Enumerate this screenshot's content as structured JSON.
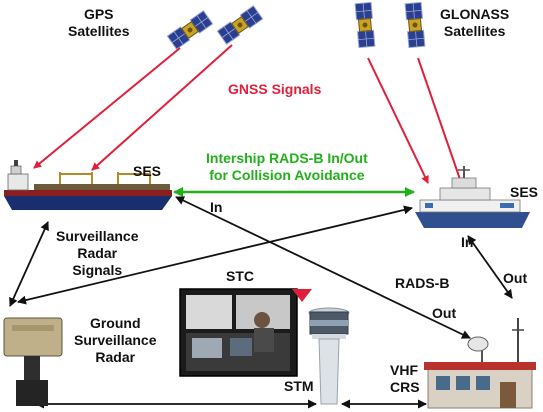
{
  "labels": {
    "gps_satellites": [
      "GPS",
      "Satellites"
    ],
    "glonass_satellites": [
      "GLONASS",
      "Satellites"
    ],
    "gnss_signals": "GNSS Signals",
    "intership": [
      "Intership RADS-B In/Out",
      "for Collision Avoidance"
    ],
    "ses_left": "SES",
    "ses_right": "SES",
    "in_left": "In",
    "in_right": "In",
    "surveillance_radar_signals": [
      "Surveillance",
      "Radar",
      "Signals"
    ],
    "stc": "STC",
    "rads_b": "RADS-B",
    "out_right": "Out",
    "out_lower": "Out",
    "ground_radar": [
      "Ground",
      "Surveillance",
      "Radar"
    ],
    "stm": "STM",
    "vhf_crs": [
      "VHF",
      "CRS"
    ]
  },
  "colors": {
    "gnss_arrow": "#e0203a",
    "intership_arrow": "#22b01a",
    "link_arrow": "#111111"
  },
  "icons": {
    "satellite": "satellite-icon",
    "ship": "ship-icon",
    "radar": "radar-icon",
    "control_room": "control-room-photo",
    "tower": "control-tower-icon",
    "station": "radio-station-icon"
  }
}
